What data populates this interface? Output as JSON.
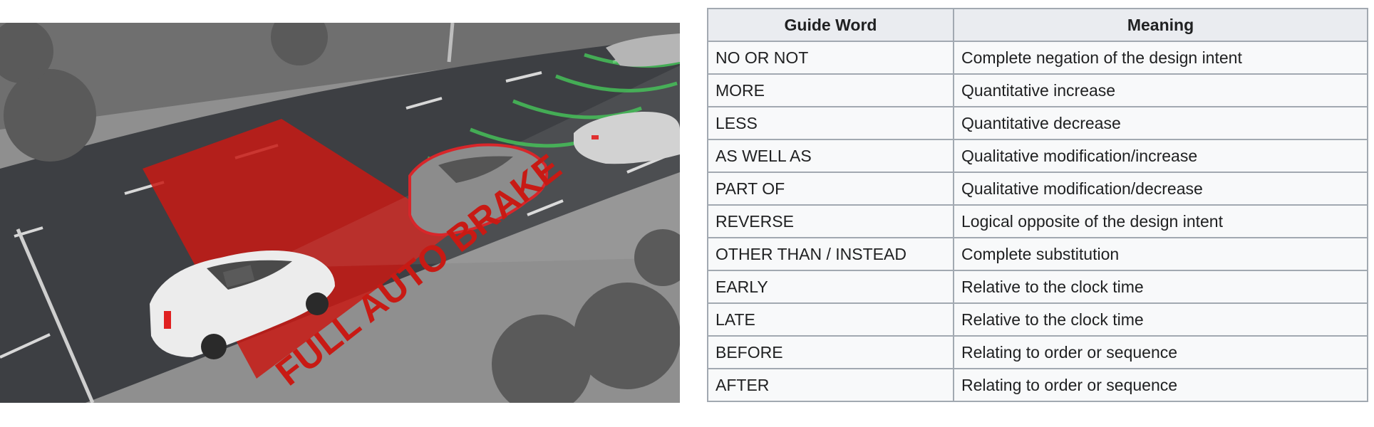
{
  "illustration": {
    "overlay_label": "FULL AUTO BRAKE",
    "colors": {
      "road": "#3d3f43",
      "sidewalk": "#9b9b9b",
      "brake_zone": "#c81a14",
      "radar_lines": "#46c85a",
      "car_body": "#e9e9e9",
      "target_outline": "#d8262a"
    }
  },
  "table": {
    "headers": [
      "Guide Word",
      "Meaning"
    ],
    "rows": [
      {
        "guide_word": "NO OR NOT",
        "meaning": "Complete negation of the design intent"
      },
      {
        "guide_word": "MORE",
        "meaning": "Quantitative increase"
      },
      {
        "guide_word": "LESS",
        "meaning": "Quantitative decrease"
      },
      {
        "guide_word": "AS WELL AS",
        "meaning": "Qualitative modification/increase"
      },
      {
        "guide_word": "PART OF",
        "meaning": "Qualitative modification/decrease"
      },
      {
        "guide_word": "REVERSE",
        "meaning": "Logical opposite of the design intent"
      },
      {
        "guide_word": "OTHER THAN / INSTEAD",
        "meaning": "Complete substitution"
      },
      {
        "guide_word": "EARLY",
        "meaning": "Relative to the clock time"
      },
      {
        "guide_word": "LATE",
        "meaning": "Relative to the clock time"
      },
      {
        "guide_word": "BEFORE",
        "meaning": "Relating to order or sequence"
      },
      {
        "guide_word": "AFTER",
        "meaning": "Relating to order or sequence"
      }
    ]
  }
}
